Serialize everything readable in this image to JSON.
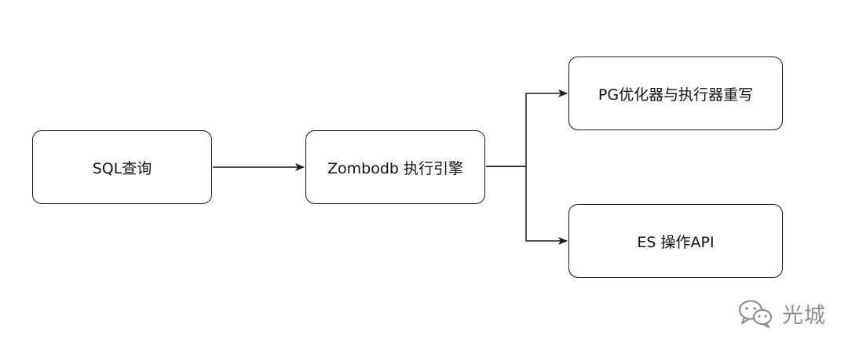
{
  "diagram": {
    "nodes": {
      "sql_query": "SQL查询",
      "zombodb_engine": "Zombodb 执行引擎",
      "pg_rewrite": "PG优化器与执行器重写",
      "es_api": "ES 操作API"
    },
    "edges": [
      {
        "from": "sql_query",
        "to": "zombodb_engine"
      },
      {
        "from": "zombodb_engine",
        "to": "pg_rewrite"
      },
      {
        "from": "zombodb_engine",
        "to": "es_api"
      }
    ]
  },
  "watermark": {
    "icon": "wechat-icon",
    "text": "光城"
  },
  "colors": {
    "stroke": "#1a1a1a",
    "watermark": "#8f8f8f"
  }
}
